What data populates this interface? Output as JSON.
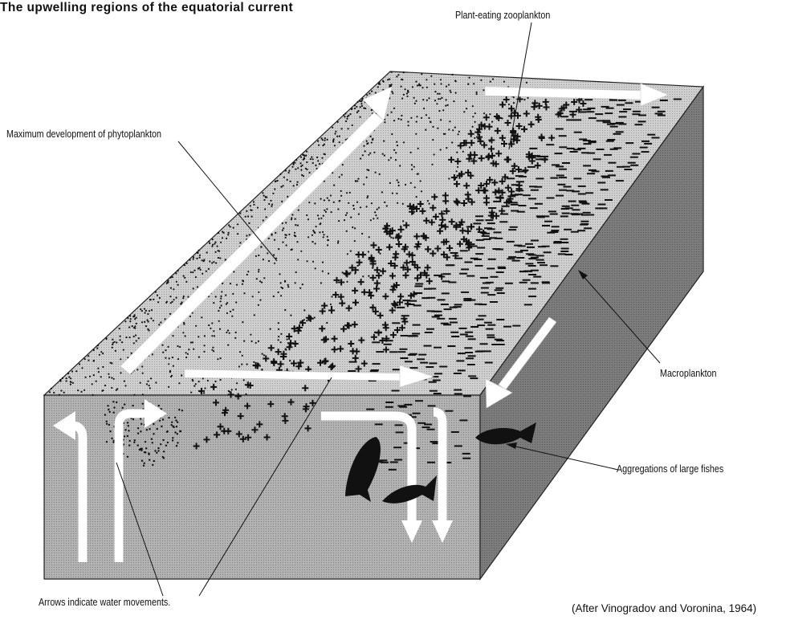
{
  "title": "The upwelling regions of the equatorial current",
  "labels": {
    "plant_eating_zooplankton": "Plant-eating zooplankton",
    "phytoplankton": "Maximum development of phytoplankton",
    "macroplankton": "Macroplankton",
    "large_fishes": "Aggregations of large fishes",
    "arrows": "Arrows indicate water movements."
  },
  "credit": "(After Vinogradov and Voronina, 1964)",
  "legend_symbols": {
    "phytoplankton": "dots",
    "zooplankton": "+",
    "macroplankton": "-"
  },
  "colors": {
    "top_surface": "#c9c9c9",
    "front_face": "#acacac",
    "side_face": "#7a7a7a",
    "arrow": "#ffffff",
    "fish": "#111111"
  }
}
